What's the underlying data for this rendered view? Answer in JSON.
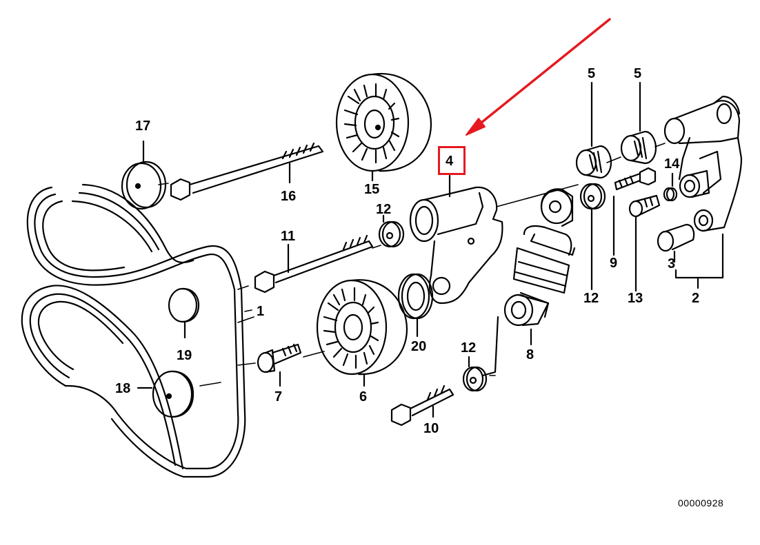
{
  "diagram": {
    "reference_number": "00000928",
    "highlight_color": "#e5191f",
    "line_color": "#000000",
    "background": "#ffffff",
    "highlighted_part": "4",
    "callouts": {
      "c1": "1",
      "c2": "2",
      "c3": "3",
      "c4": "4",
      "c5a": "5",
      "c5b": "5",
      "c6": "6",
      "c7": "7",
      "c8": "8",
      "c9": "9",
      "c10": "10",
      "c11": "11",
      "c12a": "12",
      "c12b": "12",
      "c12c": "12",
      "c13": "13",
      "c14": "14",
      "c15": "15",
      "c16": "16",
      "c17": "17",
      "c18": "18",
      "c19": "19",
      "c20": "20"
    }
  }
}
